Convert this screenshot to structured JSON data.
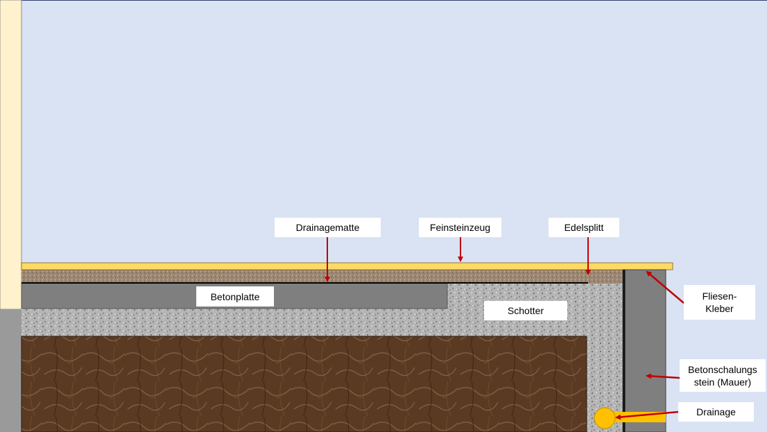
{
  "colors": {
    "sky": "#dae3f3",
    "wall_left": "#fff2cc",
    "tile": "#ffd966",
    "drainage_mat": "#9b8672",
    "concrete": "#7f7f7f",
    "gravel": "#b0b0b0",
    "soil": "#5b3a22",
    "arrow": "#c00000",
    "drain_pipe": "#ffc000"
  },
  "labels": {
    "drainagematte": "Drainagematte",
    "feinsteinzeug": "Feinsteinzeug",
    "edelsplitt": "Edelsplitt",
    "betonplatte": "Betonplatte",
    "schotter": "Schotter",
    "fliesenkleber": "Fliesen-\nKleber",
    "betonschalungsstein": "Betonschalungs\nstein (Mauer)",
    "drainage": "Drainage"
  }
}
